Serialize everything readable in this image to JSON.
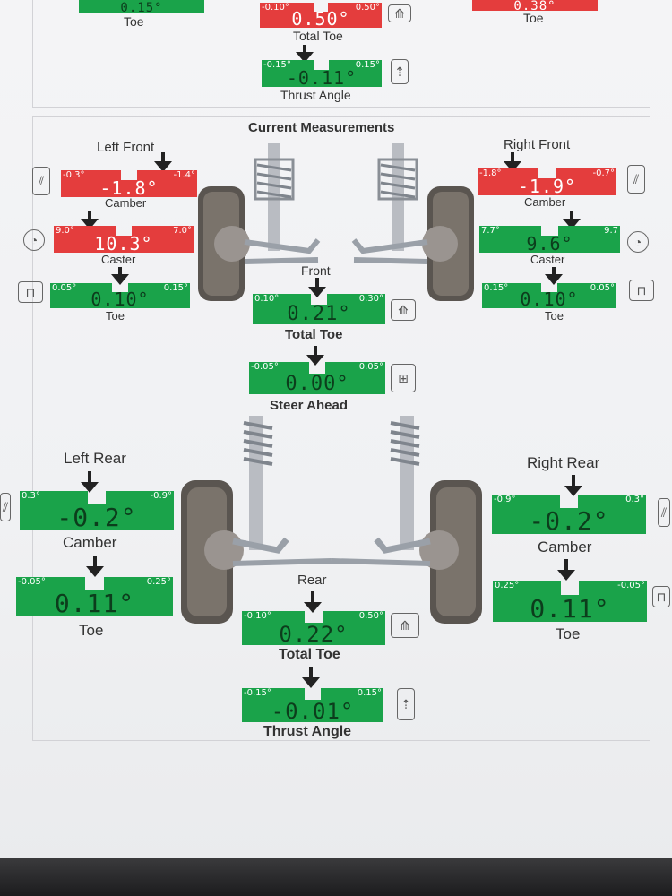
{
  "header": {
    "title": "Current Measurements"
  },
  "top_section": {
    "left_toe": {
      "value": "0.15°",
      "label": "Toe"
    },
    "right_toe": {
      "value": "0.38°",
      "label": "Toe"
    },
    "total_toe": {
      "min": "-0.10°",
      "max": "0.50°",
      "value": "0.50°",
      "label": "Total Toe"
    },
    "thrust_angle": {
      "min": "-0.15°",
      "max": "0.15°",
      "value": "-0.11°",
      "label": "Thrust Angle"
    }
  },
  "front": {
    "axle_label": "Front",
    "left_title": "Left Front",
    "right_title": "Right Front",
    "left_camber": {
      "min": "-0.3°",
      "max": "-1.4°",
      "value": "-1.8°",
      "label": "Camber",
      "status": "red"
    },
    "left_caster": {
      "min": "9.0°",
      "max": "7.0°",
      "value": "10.3°",
      "label": "Caster",
      "status": "red"
    },
    "left_toe": {
      "min": "0.05°",
      "max": "0.15°",
      "value": "0.10°",
      "label": "Toe",
      "status": "green"
    },
    "right_camber": {
      "min": "-1.8°",
      "max": "-0.7°",
      "value": "-1.9°",
      "label": "Camber",
      "status": "red"
    },
    "right_caster": {
      "min": "7.7°",
      "max": "9.7",
      "value": "9.6°",
      "label": "Caster",
      "status": "green"
    },
    "right_toe": {
      "min": "0.15°",
      "max": "0.05°",
      "value": "0.10°",
      "label": "Toe",
      "status": "green"
    },
    "total_toe": {
      "min": "0.10°",
      "max": "0.30°",
      "value": "0.21°",
      "label": "Total Toe",
      "status": "green"
    },
    "steer_ahead": {
      "min": "-0.05°",
      "max": "0.05°",
      "value": "0.00°",
      "label": "Steer Ahead",
      "status": "green"
    }
  },
  "rear": {
    "axle_label": "Rear",
    "left_title": "Left Rear",
    "right_title": "Right Rear",
    "left_camber": {
      "min": "0.3°",
      "max": "-0.9°",
      "value": "-0.2°",
      "label": "Camber",
      "status": "green"
    },
    "left_toe": {
      "min": "-0.05°",
      "max": "0.25°",
      "value": "0.11°",
      "label": "Toe",
      "status": "green"
    },
    "right_camber": {
      "min": "-0.9°",
      "max": "0.3°",
      "value": "-0.2°",
      "label": "Camber",
      "status": "green"
    },
    "right_toe": {
      "min": "0.25°",
      "max": "-0.05°",
      "value": "0.11°",
      "label": "Toe",
      "status": "green"
    },
    "total_toe": {
      "min": "-0.10°",
      "max": "0.50°",
      "value": "0.22°",
      "label": "Total Toe",
      "status": "green"
    },
    "thrust_angle": {
      "min": "-0.15°",
      "max": "0.15°",
      "value": "-0.01°",
      "label": "Thrust Angle",
      "status": "green"
    }
  },
  "colors": {
    "in_spec": "#1aa34a",
    "out_of_spec": "#e43d3d"
  },
  "icons": [
    "camber-icon",
    "caster-icon",
    "toe-icon",
    "total-toe-icon",
    "steer-ahead-icon",
    "thrust-angle-icon"
  ]
}
